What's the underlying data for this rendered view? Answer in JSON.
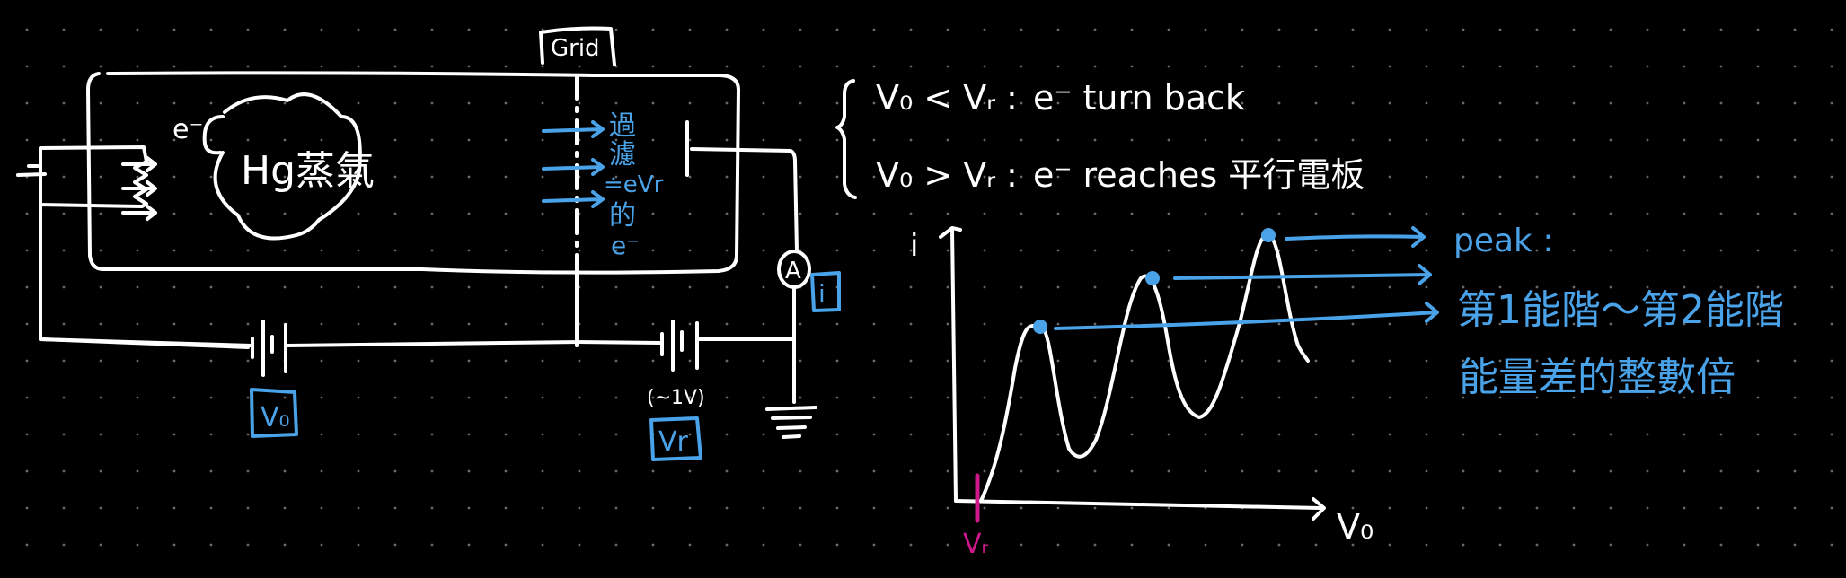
{
  "colors": {
    "background": "#000000",
    "ink_white": "#ffffff",
    "ink_blue": "#4aa3e8",
    "ink_magenta": "#d0188a",
    "grid_dot": "#6a6a6a"
  },
  "circuit": {
    "grid_label": "Grid",
    "electron_label": "e⁻",
    "vapor_label": "Hg蒸氣",
    "filter_note": [
      "過",
      "濾",
      "≐eVr",
      "的",
      "e⁻"
    ],
    "ammeter_label": "A",
    "current_label": "i",
    "accelerating_voltage_label": "V₀",
    "retarding_voltage_value": "(~1V)",
    "retarding_voltage_label": "Vr"
  },
  "conditions": {
    "case_1": {
      "condition": "V₀ < Vᵣ",
      "result": "e⁻ turn back"
    },
    "case_2": {
      "condition": "V₀ > Vᵣ",
      "result": "e⁻ reaches 平行電板"
    }
  },
  "graph": {
    "y_label": "i",
    "x_label": "V₀",
    "threshold_label": "Vᵣ",
    "annotation_title": "peak :",
    "annotation_line_1": "第1能階～第2能階",
    "annotation_line_2": "能量差的整數倍"
  },
  "chart_data": {
    "type": "line",
    "title": "",
    "xlabel": "V₀",
    "ylabel": "i",
    "description": "Franck–Hertz current curve: current rises after Vr, with three successively higher peaks",
    "threshold_marker": "Vr",
    "peaks_marked": 3
  }
}
